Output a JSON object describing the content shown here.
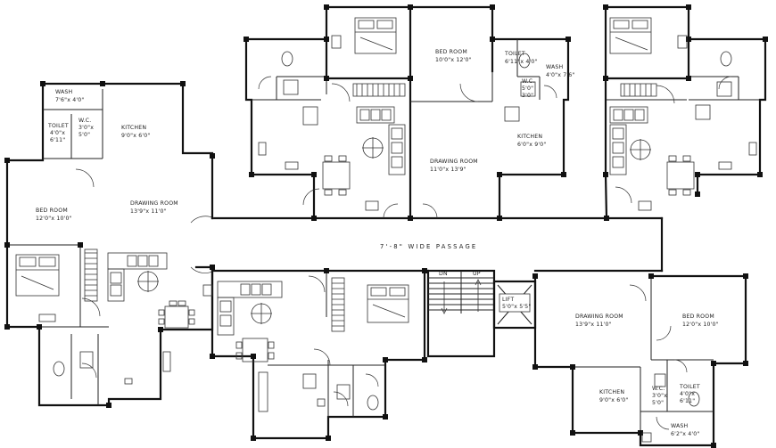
{
  "title": "",
  "passage": {
    "label": "7'-8\" WIDE PASSAGE"
  },
  "stairs": {
    "dn": "DN",
    "up": "UP"
  },
  "lift": {
    "name": "LIFT",
    "size": "5'0\"x 5'5\""
  },
  "units": {
    "left": {
      "wash": {
        "name": "WASH",
        "size": "7'6\"x 4'0\""
      },
      "toilet": {
        "name": "TOILET",
        "size1": "4'0\"x",
        "size2": "6'11\""
      },
      "wc": {
        "name": "W.C.",
        "size1": "3'0\"x",
        "size2": "5'0\""
      },
      "kitchen": {
        "name": "KITCHEN",
        "size": "9'0\"x 6'0\""
      },
      "drawing": {
        "name": "DRAWING ROOM",
        "size": "13'9\"x 11'0\""
      },
      "bedroom": {
        "name": "BED ROOM",
        "size": "12'0\"x 10'0\""
      }
    },
    "top_middle": {
      "bedroom": {
        "name": "BED ROOM",
        "size": "10'0\"x 12'0\""
      },
      "toilet": {
        "name": "TOILET",
        "size": "6'11\"x 4'0\""
      },
      "wash": {
        "name": "WASH",
        "size": "4'0\"x 7'6\""
      },
      "wc": {
        "name": "W.C.",
        "size1": "5'0\"",
        "size2": "3'0\""
      },
      "kitchen": {
        "name": "KITCHEN",
        "size": "6'0\"x 9'0\""
      },
      "drawing": {
        "name": "DRAWING ROOM",
        "size": "11'0\"x 13'9\""
      }
    },
    "bottom_right": {
      "drawing": {
        "name": "DRAWING ROOM",
        "size": "13'9\"x 11'0\""
      },
      "bedroom": {
        "name": "BED ROOM",
        "size": "12'0\"x 10'0\""
      },
      "kitchen": {
        "name": "KITCHEN",
        "size": "9'0\"x 6'0\""
      },
      "wc": {
        "name": "W.C.",
        "size1": "3'0\"x",
        "size2": "5'0\""
      },
      "toilet": {
        "name": "TOILET",
        "size1": "4'0\"x",
        "size2": "6'11\""
      },
      "wash": {
        "name": "WASH",
        "size": "6'2\"x 4'0\""
      }
    }
  }
}
